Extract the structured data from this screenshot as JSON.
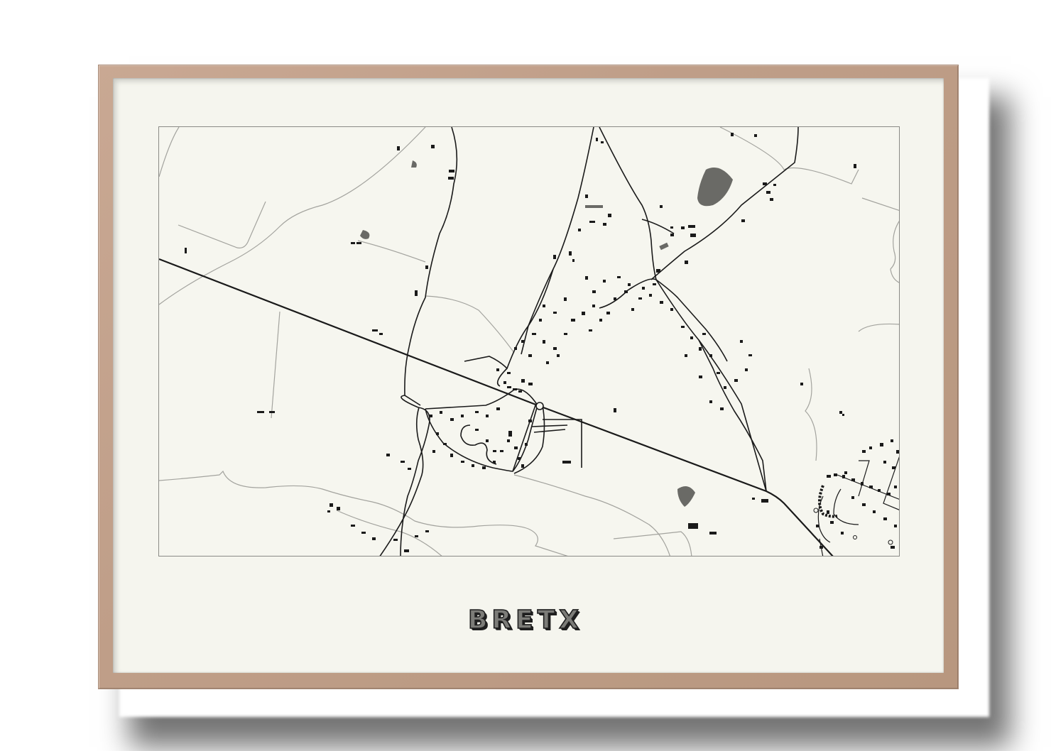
{
  "poster": {
    "title": "BRETX",
    "frame_color": "#c0a08a",
    "mat_color": "#f5f5ee",
    "map_background": "#f6f6ef",
    "road_color": "#1a1a1a",
    "minor_road_color": "#9a9a95",
    "water_color": "#6a6a66",
    "building_color": "#1a1a1a"
  },
  "map": {
    "place_name": "BRETX",
    "features": {
      "main_highway": "diagonal road crossing map from upper-left to lower-right",
      "roundabout": "small circular junction at center",
      "ponds": [
        "north-east pond",
        "south-east pond",
        "north-west pond"
      ],
      "settlements": [
        "central village",
        "south-east suburb"
      ]
    }
  }
}
